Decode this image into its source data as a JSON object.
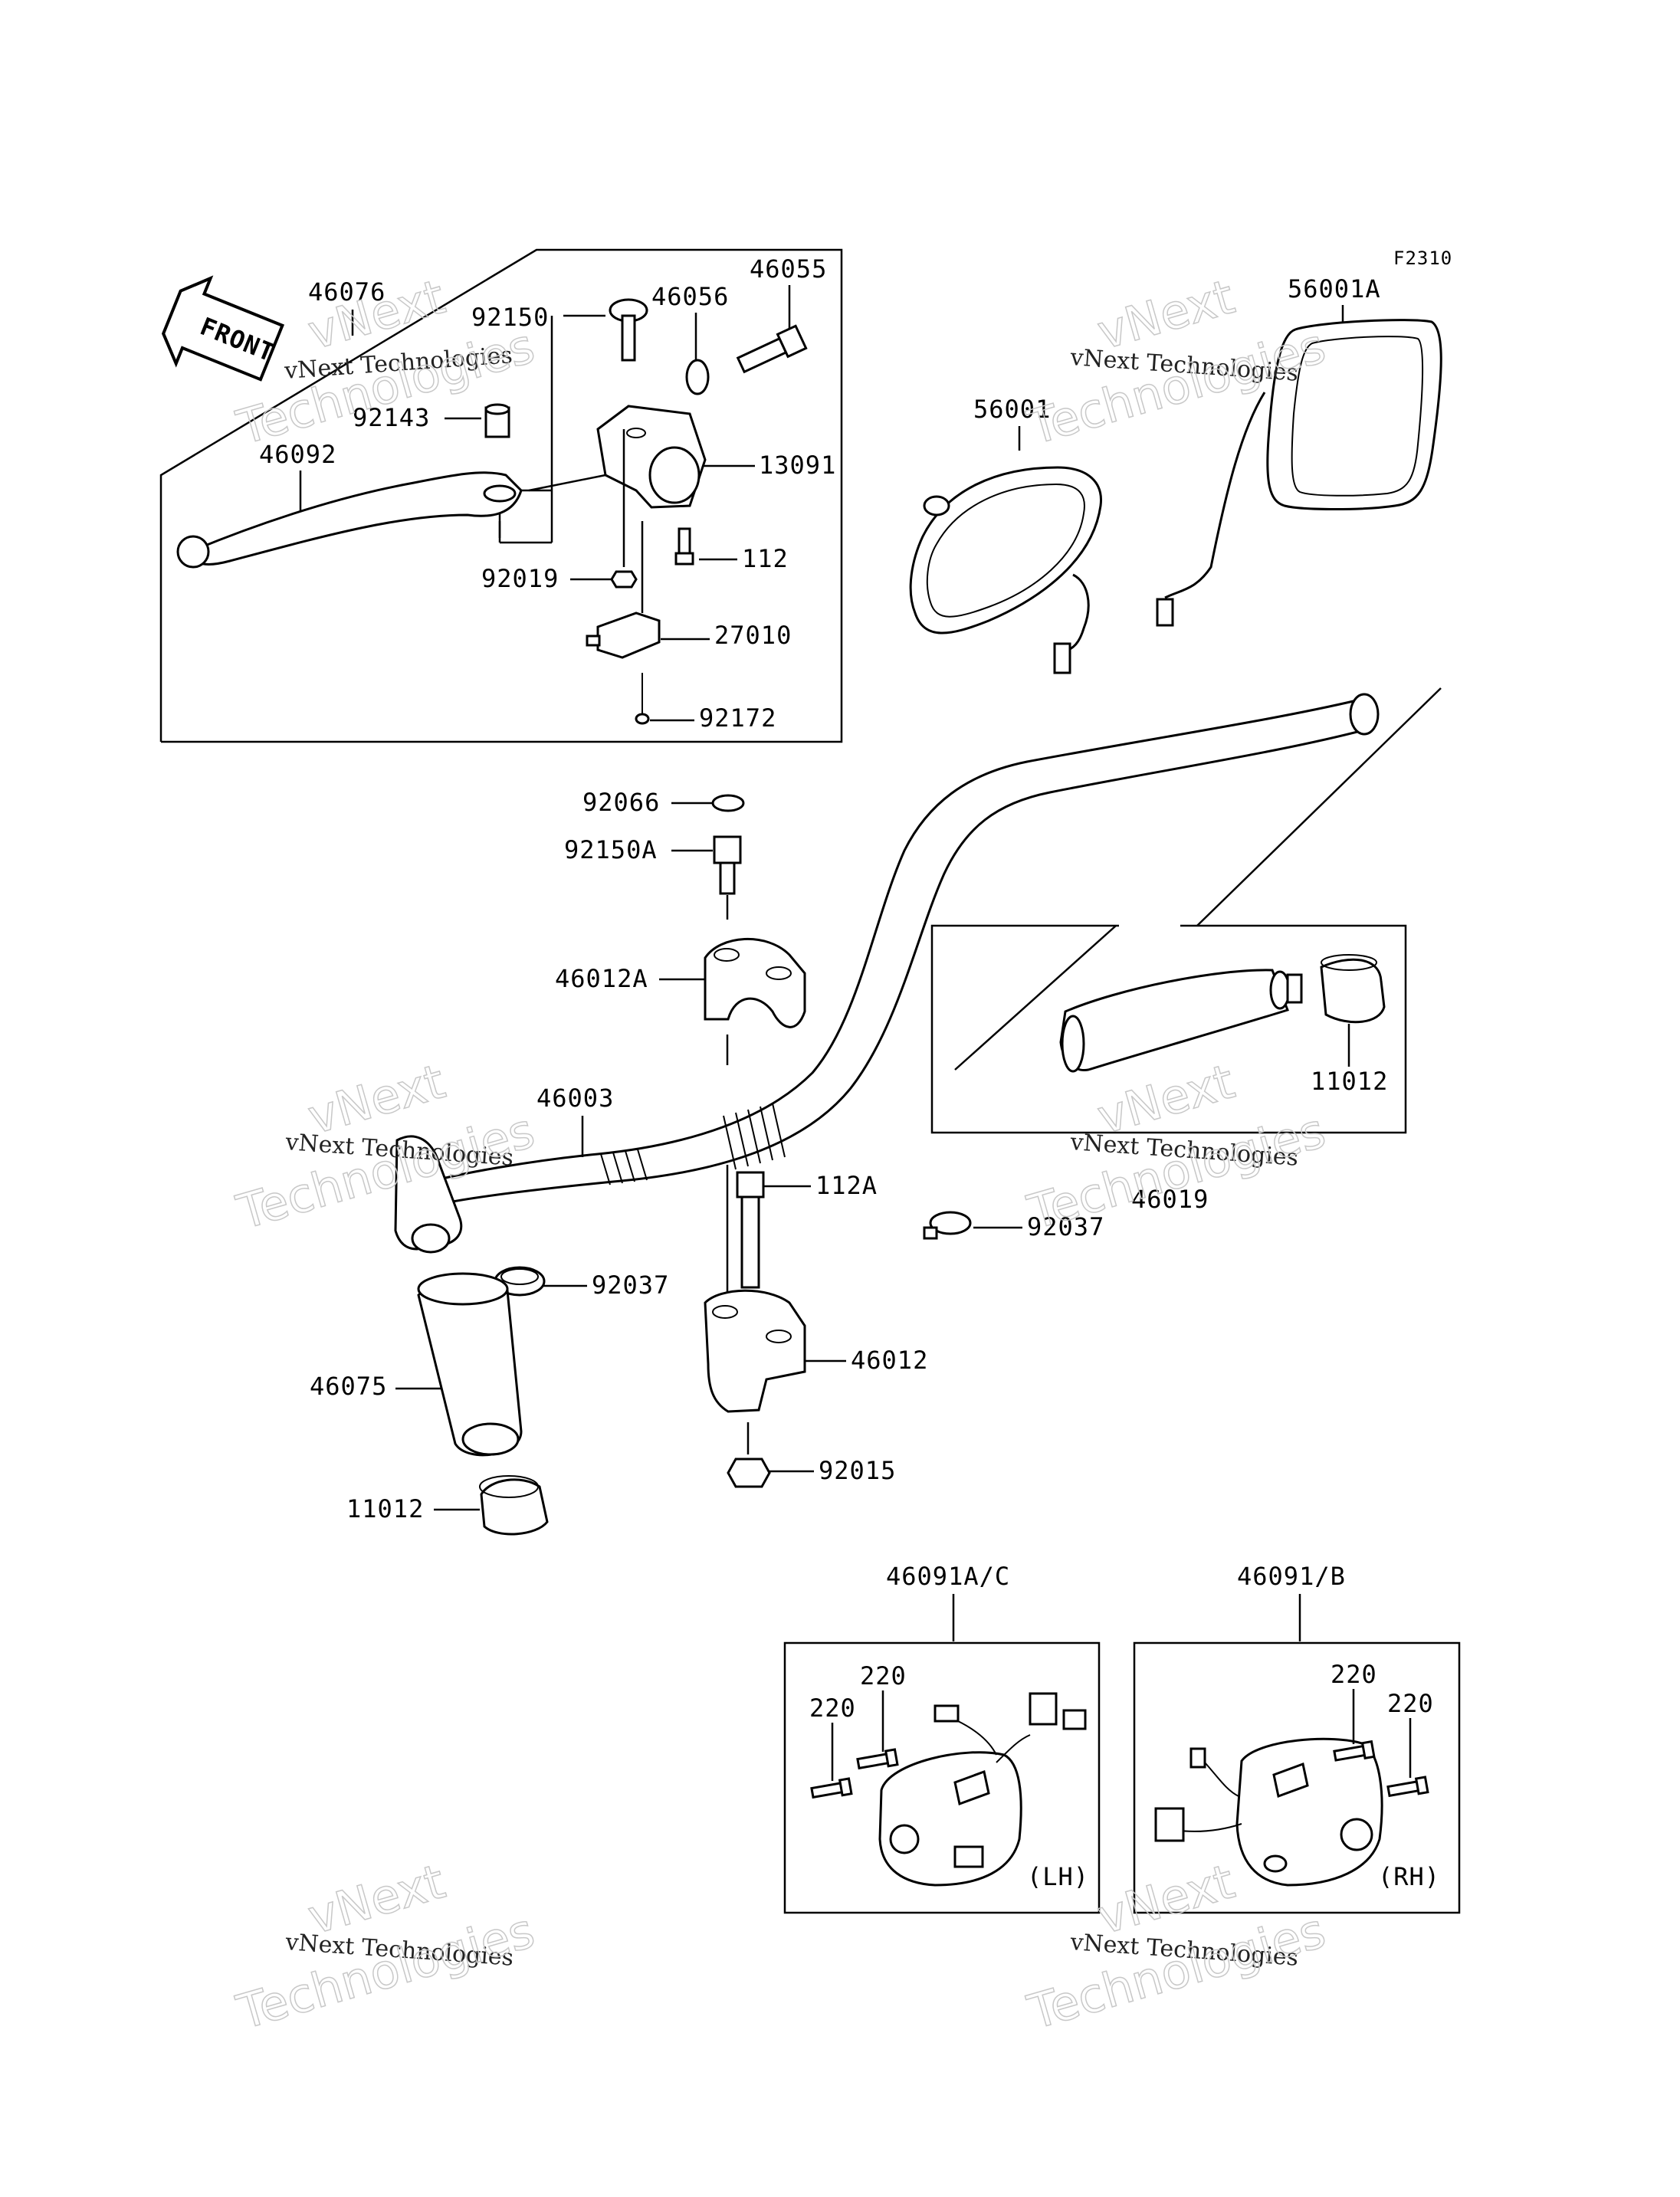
{
  "figure_code": "F2310",
  "front_label": "FRONT",
  "side_labels": {
    "left": "(LH)",
    "right": "(RH)"
  },
  "watermark": {
    "line1": "vNext Technologies",
    "line2": "vNext",
    "line3": "Technologies"
  },
  "parts": {
    "p46076": "46076",
    "p92150": "92150",
    "p46056": "46056",
    "p46055": "46055",
    "p92143": "92143",
    "p46092": "46092",
    "p13091": "13091",
    "p112": "112",
    "p92019": "92019",
    "p27010": "27010",
    "p92172": "92172",
    "p56001A": "56001A",
    "p56001": "56001",
    "p92066": "92066",
    "p92150A": "92150A",
    "p46012A": "46012A",
    "p46003": "46003",
    "p11012_right": "11012",
    "p46019": "46019",
    "p112A": "112A",
    "p92037_right": "92037",
    "p92037_left": "92037",
    "p46012": "46012",
    "p46075": "46075",
    "p92015": "92015",
    "p11012_left": "11012",
    "p46091AC": "46091A/C",
    "p46091B": "46091/B",
    "p220_a": "220",
    "p220_b": "220",
    "p220_c": "220",
    "p220_d": "220"
  }
}
